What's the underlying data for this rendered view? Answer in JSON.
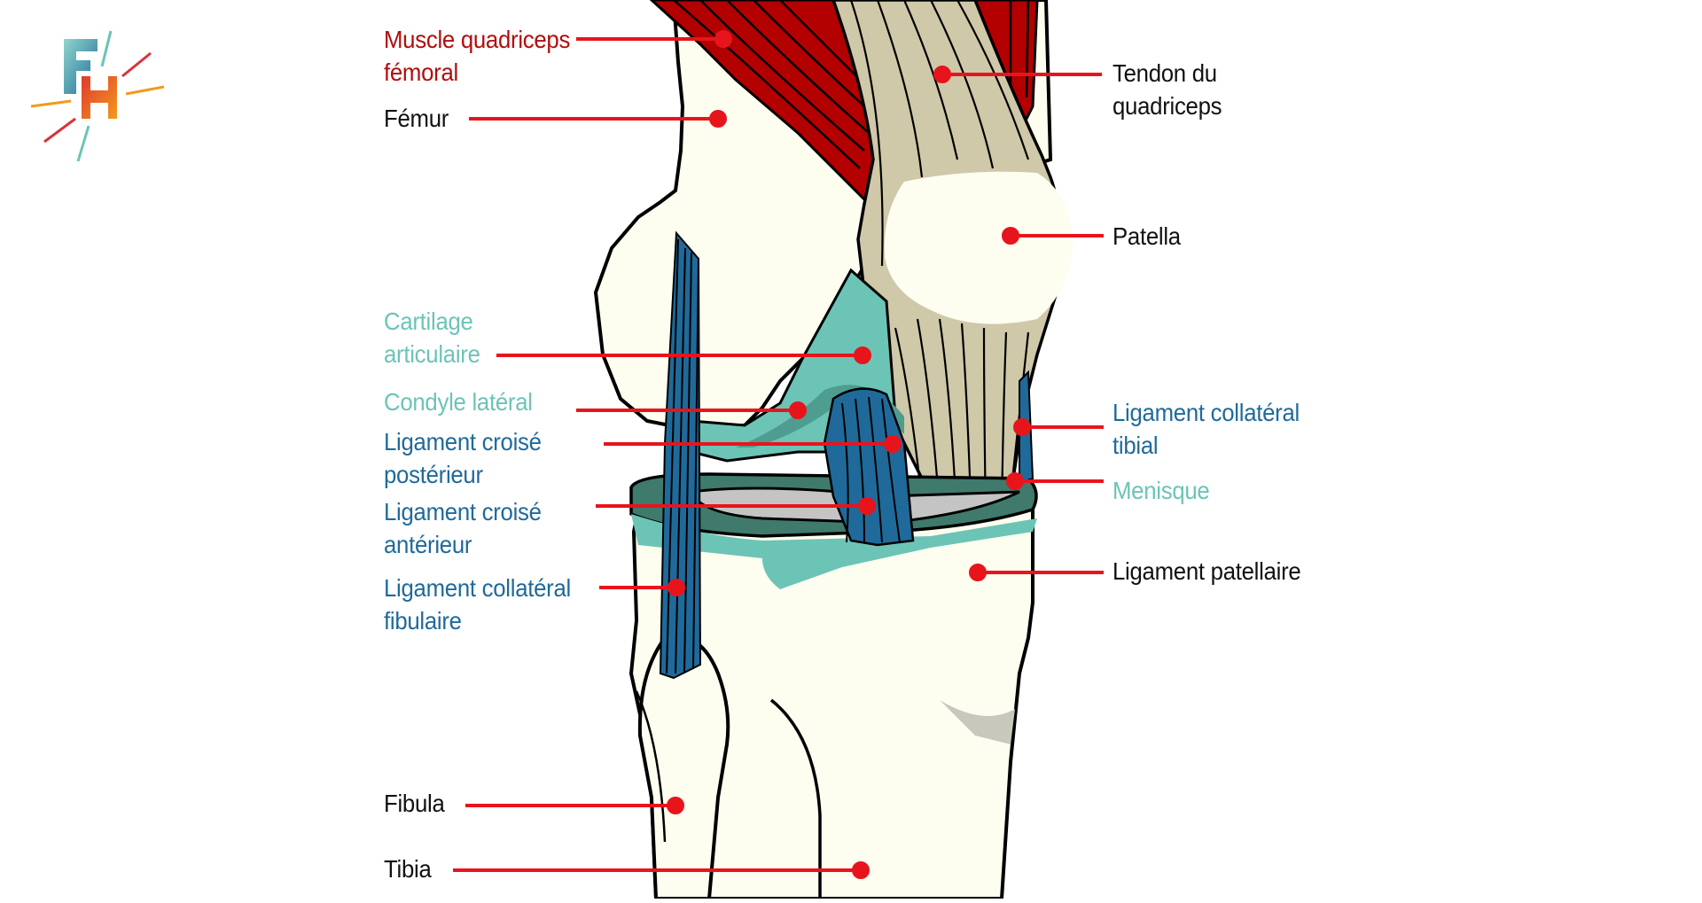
{
  "logo": {
    "text": "FH",
    "icon": "fh-logo-icon"
  },
  "colors": {
    "muscle": "#b30000",
    "tendon": "#cfc8a9",
    "bone": "#fdfdf0",
    "cartilage": "#6cc4b6",
    "ligament": "#1f6a9a",
    "meniscus_dark": "#3f7a6c",
    "leader": "#e8141c",
    "label_red": "#b30c0c",
    "label_teal": "#6cc4b6",
    "label_blue": "#1f6a9a",
    "label_black": "#111111"
  },
  "labels": {
    "muscle_quadriceps": {
      "line1": "Muscle quadriceps",
      "line2": "fémoral"
    },
    "femur": {
      "line1": "Fémur"
    },
    "cartilage": {
      "line1": "Cartilage",
      "line2": "articulaire"
    },
    "condyle": {
      "line1": "Condyle latéral"
    },
    "lcp": {
      "line1": "Ligament croisé",
      "line2": "postérieur"
    },
    "lca": {
      "line1": "Ligament croisé",
      "line2": "antérieur"
    },
    "lcf": {
      "line1": "Ligament collatéral",
      "line2": "fibulaire"
    },
    "fibula": {
      "line1": "Fibula"
    },
    "tibia": {
      "line1": "Tibia"
    },
    "tendon_quadriceps": {
      "line1": "Tendon du",
      "line2": "quadriceps"
    },
    "patella": {
      "line1": "Patella"
    },
    "lct": {
      "line1": "Ligament collatéral",
      "line2": "tibial"
    },
    "menisque": {
      "line1": "Menisque"
    },
    "lig_patellaire": {
      "line1": "Ligament patellaire"
    }
  }
}
